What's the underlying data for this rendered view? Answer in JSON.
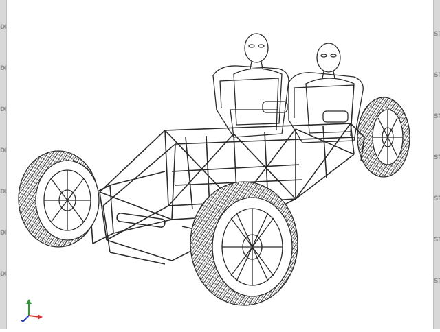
{
  "viewport": {
    "model": "tube-frame-vehicle-chassis"
  },
  "edge_strip": {
    "left_text": "DE",
    "right_text": "ST"
  },
  "icons": {
    "triad": "coordinate-axis-triad-icon"
  },
  "colors": {
    "background": "#ffffff",
    "line": "#2b2b2b",
    "strip": "#d8d8d8",
    "axis_x": "#d33030",
    "axis_y": "#2f9a34",
    "axis_z": "#2c3fbf"
  }
}
